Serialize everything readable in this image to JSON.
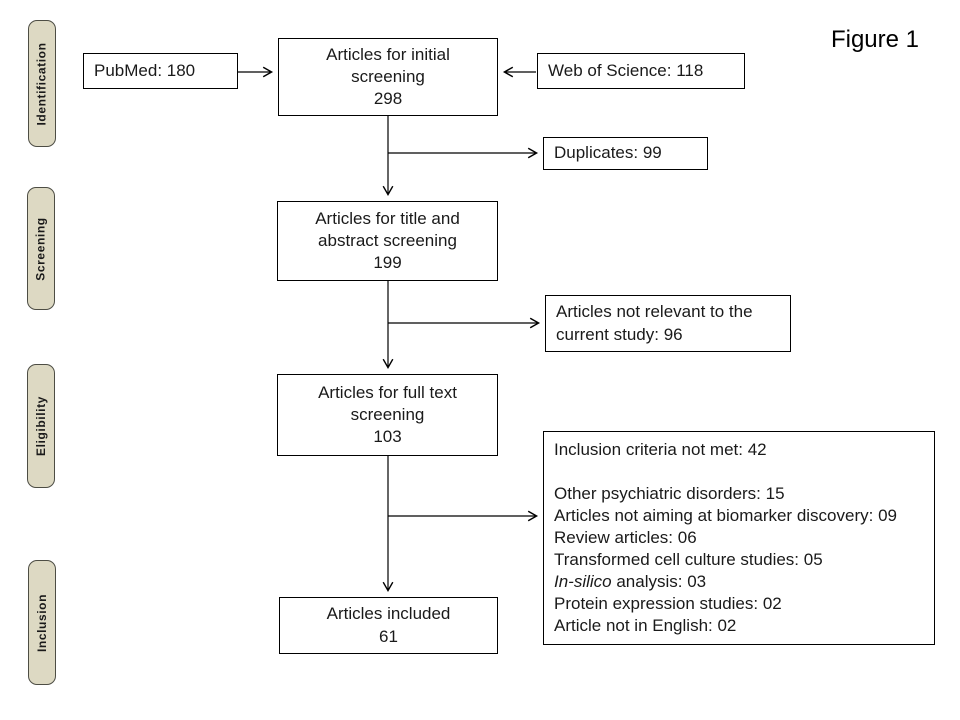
{
  "figure": {
    "title": "Figure 1"
  },
  "stages": {
    "identification": "Identification",
    "screening": "Screening",
    "eligibility": "Eligibility",
    "inclusion": "Inclusion"
  },
  "nodes": {
    "pubmed": {
      "label": "PubMed: 180"
    },
    "web_of_science": {
      "label": "Web of Science: 118"
    },
    "initial_screening": {
      "label": "Articles for initial screening",
      "count": "298"
    },
    "duplicates": {
      "label": "Duplicates: 99"
    },
    "title_abstract_screening": {
      "label": "Articles for title and abstract screening",
      "count": "199"
    },
    "not_relevant": {
      "label": "Articles not relevant to the current study: 96"
    },
    "full_text_screening": {
      "label": "Articles for full text screening",
      "count": "103"
    },
    "exclusion": {
      "title": "Inclusion criteria not met: 42",
      "items": [
        "Other psychiatric disorders: 15",
        "Articles not aiming at biomarker discovery: 09",
        "Review articles: 06",
        "Transformed cell culture studies: 05",
        {
          "italic": "In-silico",
          "rest": " analysis: 03"
        },
        "Protein expression studies: 02",
        "Article not in English: 02"
      ]
    },
    "included": {
      "label": "Articles included",
      "count": "61"
    }
  },
  "colors": {
    "stage_fill": "#ddd9c3",
    "stage_border": "#4d4d44",
    "box_border": "#000000",
    "arrow": "#000000",
    "background": "#ffffff"
  }
}
